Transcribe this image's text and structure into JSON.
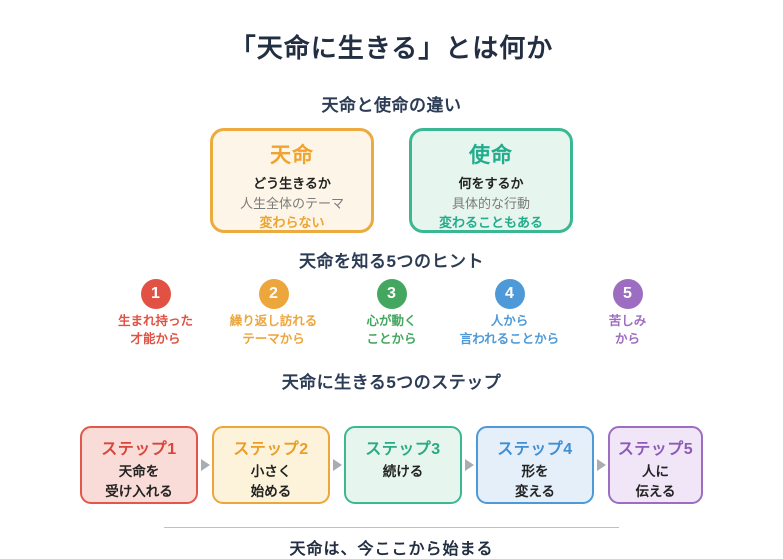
{
  "page": {
    "title": "「天命に生きる」とは何か",
    "footer": "天命は、今ここから始まる"
  },
  "comparison": {
    "heading": "天命と使命の違い",
    "cards": [
      {
        "title": "天命",
        "line1": "どう生きるか",
        "line2": "人生全体のテーマ",
        "line3": "変わらない",
        "accent": "#f0a32e",
        "border": "#ecaa3f",
        "bg": "#fdf6e8"
      },
      {
        "title": "使命",
        "line1": "何をするか",
        "line2": "具体的な行動",
        "line3": "変わることもある",
        "accent": "#21ad8c",
        "border": "#3bb893",
        "bg": "#e7f5ef"
      }
    ]
  },
  "hints": {
    "heading": "天命を知る5つのヒント",
    "items": [
      {
        "number": "1",
        "label_line1": "生まれ持った",
        "label_line2": "才能から",
        "color": "#e15244"
      },
      {
        "number": "2",
        "label_line1": "繰り返し訪れる",
        "label_line2": "テーマから",
        "color": "#eda63c"
      },
      {
        "number": "3",
        "label_line1": "心が動く",
        "label_line2": "ことから",
        "color": "#44a75f"
      },
      {
        "number": "4",
        "label_line1": "人から",
        "label_line2": "言われることから",
        "color": "#4e9ad8"
      },
      {
        "number": "5",
        "label_line1": "苦しみ",
        "label_line2": "から",
        "color": "#9d6dc1"
      }
    ]
  },
  "steps": {
    "heading": "天命に生きる5つのステップ",
    "items": [
      {
        "title": "ステップ1",
        "body_line1": "天命を",
        "body_line2": "受け入れる",
        "border": "#e2574a",
        "bg": "#f9dcd7",
        "title_color": "#d9453a"
      },
      {
        "title": "ステップ2",
        "body_line1": "小さく",
        "body_line2": "始める",
        "border": "#eda63c",
        "bg": "#fdf3db",
        "title_color": "#ec9d26"
      },
      {
        "title": "ステップ3",
        "body_line1": "続ける",
        "body_line2": "",
        "border": "#3bb88f",
        "bg": "#e6f6ee",
        "title_color": "#29a985"
      },
      {
        "title": "ステップ4",
        "body_line1": "形を",
        "body_line2": "変える",
        "border": "#4e9ad8",
        "bg": "#e4effa",
        "title_color": "#3e8fd3"
      },
      {
        "title": "ステップ5",
        "body_line1": "人に",
        "body_line2": "伝える",
        "border": "#9d6dc1",
        "bg": "#f0e6f8",
        "title_color": "#8d5ab8"
      }
    ]
  }
}
